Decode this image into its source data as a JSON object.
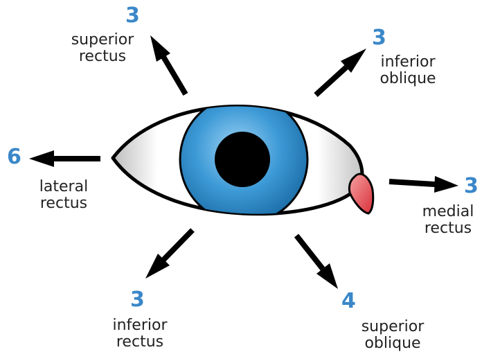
{
  "colors": {
    "nerve_number": "#3a87c9",
    "label_text": "#222222",
    "iris": "#2f8fce",
    "sclera": "#ffffff",
    "outline": "#000000",
    "caruncle": "#e0525a"
  },
  "muscles": {
    "superior_rectus": {
      "nerve": "3",
      "line1": "superior",
      "line2": "rectus"
    },
    "inferior_oblique": {
      "nerve": "3",
      "line1": "inferior",
      "line2": "oblique"
    },
    "lateral_rectus": {
      "nerve": "6",
      "line1": "lateral",
      "line2": "rectus"
    },
    "medial_rectus": {
      "nerve": "3",
      "line1": "medial",
      "line2": "rectus"
    },
    "inferior_rectus": {
      "nerve": "3",
      "line1": "inferior",
      "line2": "rectus"
    },
    "superior_oblique": {
      "nerve": "4",
      "line1": "superior",
      "line2": "oblique"
    }
  }
}
